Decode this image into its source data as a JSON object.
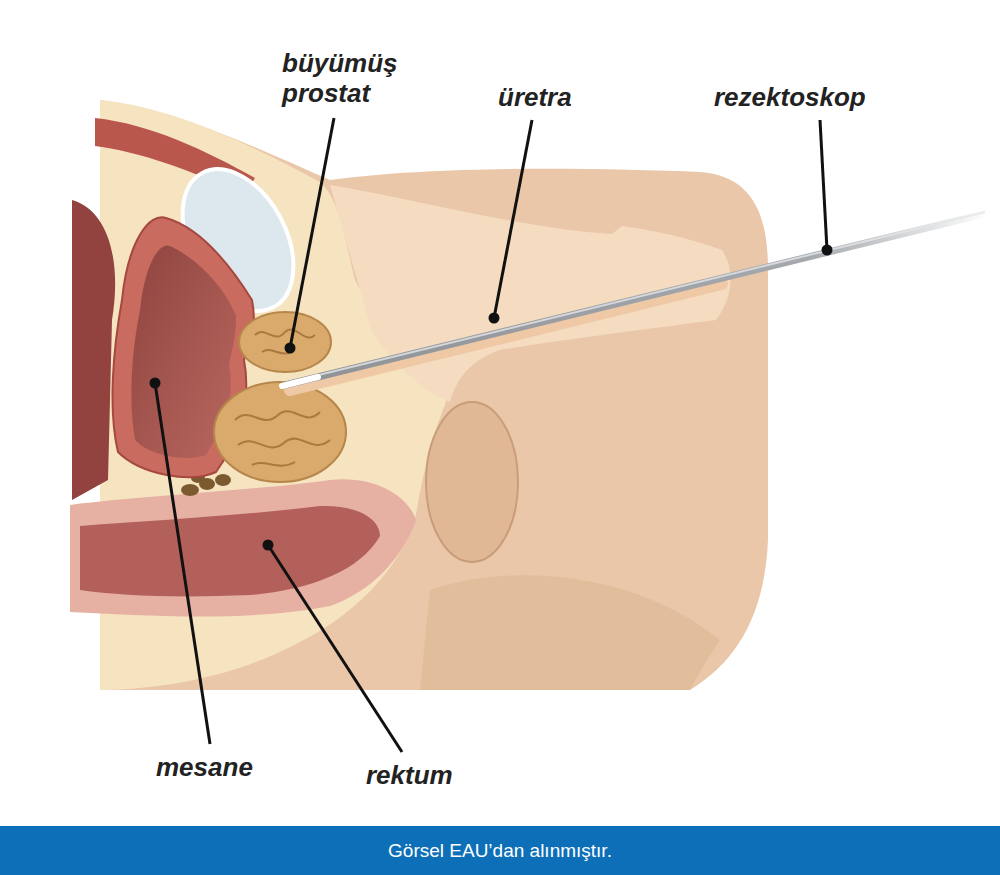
{
  "diagram": {
    "caption": "Görsel EAU’dan alınmıştır.",
    "labels": [
      "büyümüş prostat",
      "üretra",
      "rezektoskop",
      "mesane",
      "rektum"
    ]
  }
}
